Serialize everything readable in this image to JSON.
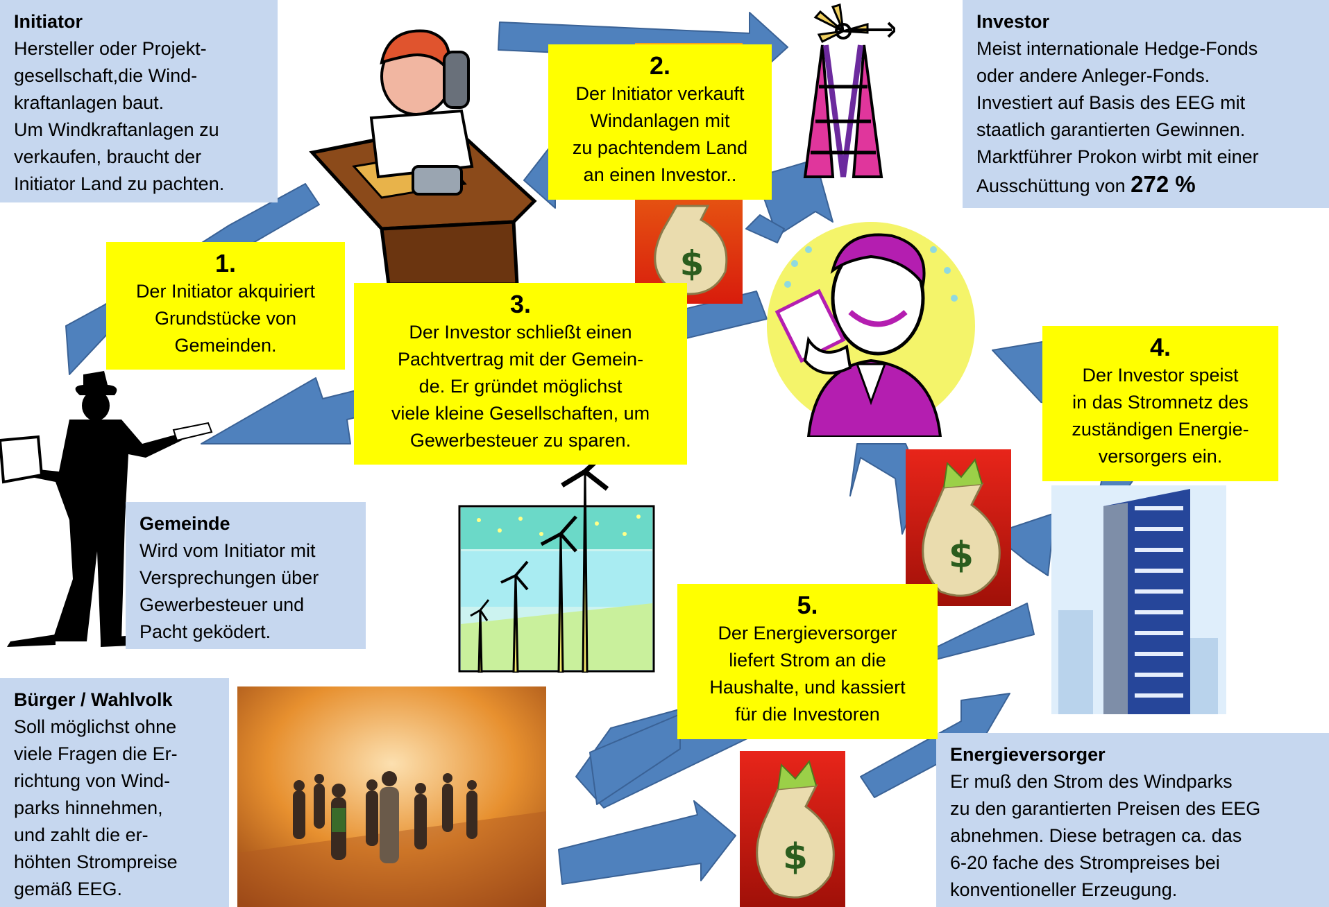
{
  "colors": {
    "info_box": "#c6d7ef",
    "step_box": "#ffff00",
    "arrow": "#4f81bd",
    "arrow_outline": "#3a6296"
  },
  "icons": [
    "phone-man-at-desk-icon",
    "windmill-icon",
    "investor-with-money-icon",
    "money-bag-icon",
    "surveyor-silhouette-icon",
    "wind-turbines-icon",
    "office-tower-icon",
    "people-crowd-photo-icon"
  ],
  "initiator": {
    "title": "Initiator",
    "lines": [
      "Hersteller oder Projekt-",
      "gesellschaft,die Wind-",
      "kraftanlagen baut.",
      "Um Windkraftanlagen zu",
      "verkaufen, braucht der",
      "Initiator Land zu pachten."
    ]
  },
  "investor": {
    "title": "Investor",
    "lines": [
      "Meist internationale Hedge-Fonds",
      "oder andere Anleger-Fonds.",
      "Investiert auf Basis des EEG mit",
      "staatlich garantierten Gewinnen.",
      "Marktführer Prokon wirbt mit einer"
    ],
    "last_line_prefix": "Ausschüttung von",
    "last_line_value": "272 %"
  },
  "gemeinde": {
    "title": "Gemeinde",
    "lines": [
      "Wird vom Initiator mit",
      "Versprechungen über",
      "Gewerbesteuer und",
      "Pacht geködert."
    ]
  },
  "buerger": {
    "title": "Bürger / Wahlvolk",
    "lines": [
      "Soll möglichst ohne",
      "viele Fragen die Er-",
      "richtung von Wind-",
      "parks hinnehmen,",
      "und zahlt die er-",
      "höhten Strompreise",
      "gemäß EEG."
    ]
  },
  "energieversorger": {
    "title": "Energieversorger",
    "lines": [
      "Er muß den Strom des Windparks",
      "zu den garantierten Preisen des EEG",
      "abnehmen. Diese betragen ca. das",
      "6-20 fache  des Strompreises bei",
      "konventioneller Erzeugung."
    ]
  },
  "steps": {
    "s1": {
      "num": "1.",
      "lines": [
        "Der Initiator akquiriert",
        "Grundstücke von",
        "Gemeinden."
      ]
    },
    "s2": {
      "num": "2.",
      "lines": [
        "Der Initiator verkauft",
        "Windanlagen mit",
        "zu pachtendem Land",
        "an einen Investor.."
      ]
    },
    "s3": {
      "num": "3.",
      "lines": [
        "Der Investor schließt einen",
        "Pachtvertrag mit der Gemein-",
        "de. Er gründet möglichst",
        "viele kleine Gesellschaften, um",
        "Gewerbesteuer zu sparen."
      ]
    },
    "s4": {
      "num": "4.",
      "lines": [
        "Der Investor speist",
        "in das Stromnetz des",
        "zuständigen Energie-",
        "versorgers ein."
      ]
    },
    "s5": {
      "num": "5.",
      "lines": [
        "Der Energieversorger",
        "liefert Strom an die",
        "Haushalte, und kassiert",
        "für die Investoren"
      ]
    }
  }
}
